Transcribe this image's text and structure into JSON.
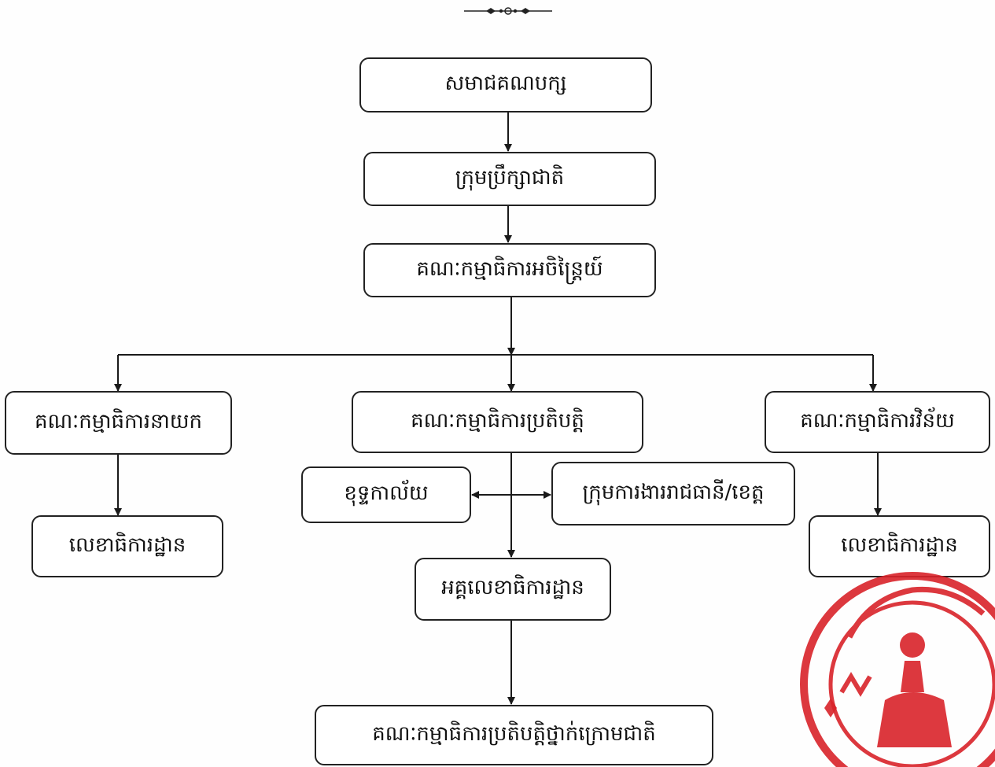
{
  "org_chart": {
    "nodes": {
      "party_members": "សមាជគណបក្ស",
      "national_council": "ក្រុមប្រឹក្សាជាតិ",
      "executive_committee": "គណៈកម្មាធិការអចិន្ត្រៃយ៍",
      "leadership_committee": "គណៈកម្មាធិការនាយក",
      "operations_committee": "គណៈកម្មាធិការប្រតិបត្តិ",
      "discipline_committee": "គណៈកម្មាធិការវិន័យ",
      "cabinet_office": "ខុទ្ទកាល័យ",
      "capital_province_working_group": "ក្រុមការងាររាជធានី/ខេត្ត",
      "leadership_secretariat": "លេខាធិការដ្ឋាន",
      "general_secretariat": "អគ្គលេខាធិការដ្ឋាន",
      "discipline_secretariat": "លេខាធិការដ្ឋាន",
      "subnational_operations_committee": "គណៈកម្មាធិការប្រតិបត្តិថ្នាក់ក្រោមជាតិ"
    }
  },
  "colors": {
    "line": "#1a1a1a",
    "box_border": "#222222",
    "seal": "#d9232a"
  },
  "icons": {
    "ornament": "decorative-flourish-icon",
    "seal": "party-seal-stamp-icon"
  }
}
